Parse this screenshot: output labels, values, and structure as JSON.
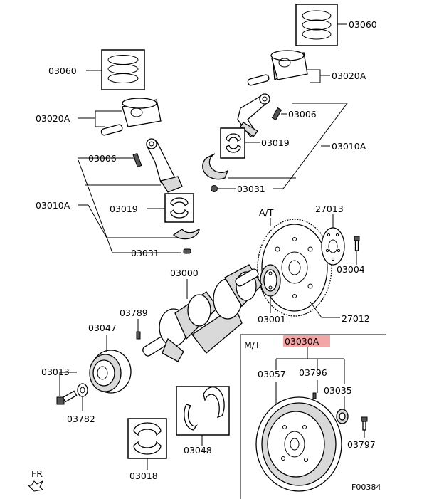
{
  "labels": {
    "rings_top": "03060",
    "piston_right": "03020A",
    "bolt_right": "03006",
    "bearing_right": "03019",
    "rod_assy_right": "03010A",
    "nut_right": "03031",
    "rings_left": "03060",
    "piston_left": "03020A",
    "bolt_left": "03006",
    "rod_assy_left": "03010A",
    "bearing_left": "03019",
    "nut_left": "03031",
    "at_title": "A/T",
    "plate": "27013",
    "plate_bolt": "03004",
    "crankshaft": "03000",
    "adapter": "03001",
    "drive_plate": "27012",
    "key": "03789",
    "damper": "03047",
    "pulley_bolt": "03013",
    "washer": "03782",
    "mt_title": "M/T",
    "flywheel_assy": "03030A",
    "flywheel": "03057",
    "pin": "03796",
    "bushing": "03035",
    "fw_bolt": "03797",
    "thrust": "03048",
    "main_bearing": "03018",
    "fr": "FR",
    "figure_id": "F00384"
  },
  "colors": {
    "highlight": "#f2a6a6",
    "line": "#000000",
    "part_shade": "#d9d9d9"
  }
}
